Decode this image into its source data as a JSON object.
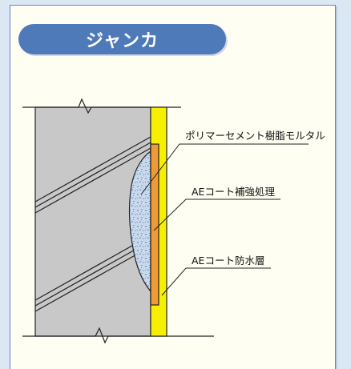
{
  "title": "ジャンカ",
  "labels": {
    "polymer_mortar": "ポリマーセメント樹脂モルタル",
    "reinforcement": "AEコート補強処理",
    "waterproof": "AEコート防水層"
  },
  "colors": {
    "title_bg": "#4f7ab9",
    "card_border": "#5f88c4",
    "concrete": "#c8c8c8",
    "waterproof_layer": "#f6f000",
    "reinforcement_layer": "#f19a33",
    "mortar": "#c6d9ee"
  }
}
